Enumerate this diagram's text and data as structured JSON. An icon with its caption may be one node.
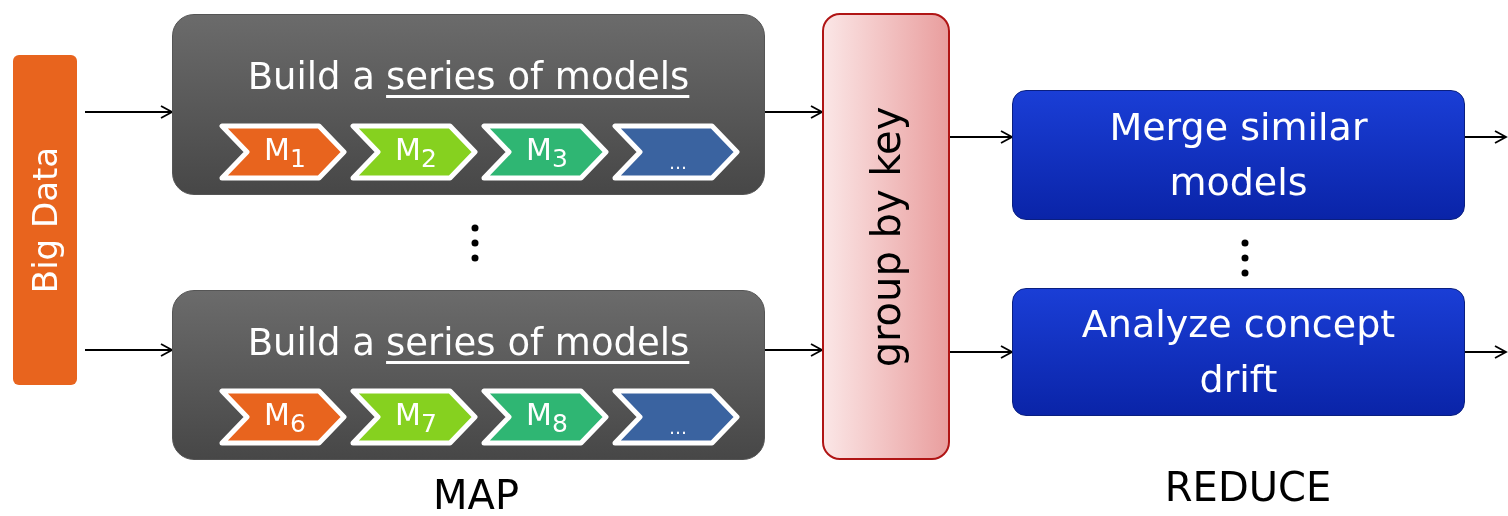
{
  "diagram": {
    "nodes": [
      {
        "text": [
          "Big Data"
        ]
      },
      {
        "text": [
          "Build a",
          "series of models"
        ]
      },
      {
        "text": [
          "M$_{1}$"
        ],
        "in": 1
      },
      {
        "text": [
          "M$_{2}$"
        ],
        "in": 1
      },
      {
        "text": [
          "M$_{3}$"
        ],
        "in": 1
      },
      {
        "text": [
          "…"
        ],
        "in": 1
      },
      {
        "text": [
          "Build a",
          "series of models"
        ]
      },
      {
        "text": [
          "M$_{6}$"
        ],
        "in": 6
      },
      {
        "text": [
          "M$_{7}$"
        ],
        "in": 6
      },
      {
        "text": [
          "M$_{8}$"
        ],
        "in": 6
      },
      {
        "text": [
          "…"
        ],
        "in": 6
      },
      {
        "text": [
          "group by key"
        ]
      },
      {
        "text": [
          "Merge similar models"
        ]
      },
      {
        "text": [
          "Analyze concept drift"
        ]
      }
    ],
    "edges": [
      {
        "from": 0,
        "to": 1,
        "arrow": "to"
      },
      {
        "from": 0,
        "to": 6,
        "arrow": "to"
      },
      {
        "from": 1,
        "to": 11,
        "arrow": "to"
      },
      {
        "from": 6,
        "to": 11,
        "arrow": "to"
      },
      {
        "from": 11,
        "to": 12,
        "arrow": "to"
      },
      {
        "from": 11,
        "to": 13,
        "arrow": "to"
      },
      {
        "from": 12,
        "to": null,
        "arrow": "to"
      },
      {
        "from": 13,
        "to": null,
        "arrow": "to"
      }
    ],
    "labels": [
      "MAP",
      "REDUCE"
    ]
  }
}
